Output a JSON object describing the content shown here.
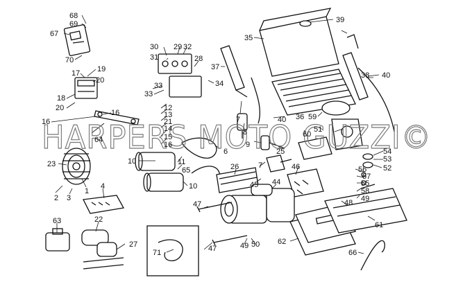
{
  "watermark": "HARPERS MOTO GUZZI©",
  "callouts": [
    "68",
    "69",
    "67",
    "70",
    "19",
    "17",
    "20",
    "18",
    "20",
    "16",
    "16",
    "64",
    "23",
    "1",
    "2",
    "3",
    "4",
    "63",
    "22",
    "27",
    "30",
    "29",
    "32",
    "31",
    "28",
    "33",
    "33",
    "12",
    "13",
    "21",
    "14",
    "15",
    "16",
    "10",
    "11",
    "65",
    "10",
    "37",
    "34",
    "35",
    "39",
    "38",
    "40",
    "36",
    "59",
    "40",
    "51",
    "60",
    "7",
    "8",
    "9",
    "25",
    "6",
    "26",
    "7",
    "45",
    "44",
    "47",
    "47",
    "46",
    "54",
    "53",
    "52",
    "56",
    "57",
    "55",
    "58",
    "49",
    "61",
    "48",
    "62",
    "49",
    "50",
    "71",
    "66"
  ]
}
